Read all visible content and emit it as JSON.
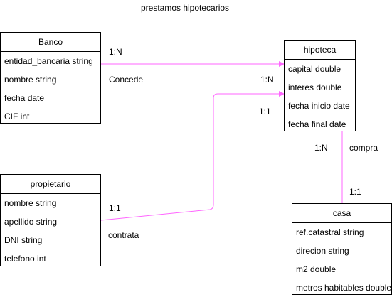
{
  "diagram": {
    "title": "prestamos hipotecarios",
    "link_color": "#ff66ff",
    "entities": {
      "banco": {
        "name": "Banco",
        "fields": [
          "entidad_bancaria string",
          "nombre string",
          "fecha date",
          "CIF int"
        ]
      },
      "hipoteca": {
        "name": "hipoteca",
        "fields": [
          "capital double",
          "interes double",
          "fecha inicio date",
          "fecha final date"
        ]
      },
      "propietario": {
        "name": "propietario",
        "fields": [
          "nombre string",
          "apellido string",
          "DNI string",
          "telefono int"
        ]
      },
      "casa": {
        "name": "casa",
        "fields": [
          "ref.catastral string",
          "direcion string",
          "m2 double",
          "metros habitables double"
        ]
      }
    },
    "relations": {
      "concede": {
        "label": "Concede",
        "card_from": "1:N",
        "card_to": "1:N"
      },
      "contrata": {
        "label": "contrata",
        "card_from": "1:1",
        "card_to": "1:1"
      },
      "compra": {
        "label": "compra",
        "card_from": "1:N",
        "card_to": "1:1"
      }
    }
  }
}
